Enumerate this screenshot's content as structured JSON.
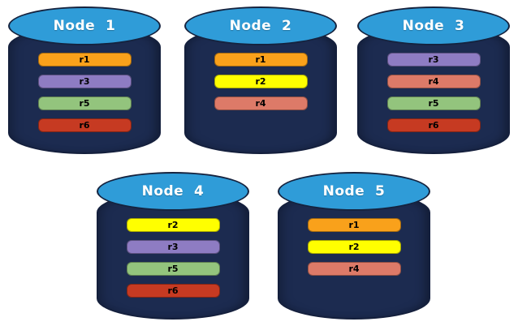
{
  "diagram": {
    "description": "Five database node cylinders holding colored replica bars",
    "background_color": "#FFFFFF"
  },
  "colors": {
    "cylinder_body": "#1C2B50",
    "cylinder_outline": "#141F3C",
    "cylinder_top_fill": "#2F9CD8",
    "node_label_text": "#FFFFFF",
    "bar_text": "#000000",
    "replica_colors": {
      "r1": "#F9A11B",
      "r2": "#FFFF00",
      "r3": "#8E7CC3",
      "r4": "#DD7A68",
      "r5": "#93C47D",
      "r6": "#C63A22"
    }
  },
  "nodes": [
    {
      "label": "Node  1",
      "replicas": [
        "r1",
        "r3",
        "r5",
        "r6"
      ]
    },
    {
      "label": "Node  2",
      "replicas": [
        "r1",
        "r2",
        "r4"
      ]
    },
    {
      "label": "Node  3",
      "replicas": [
        "r3",
        "r4",
        "r5",
        "r6"
      ]
    },
    {
      "label": "Node  4",
      "replicas": [
        "r2",
        "r3",
        "r5",
        "r6"
      ]
    },
    {
      "label": "Node  5",
      "replicas": [
        "r1",
        "r2",
        "r4"
      ]
    }
  ]
}
